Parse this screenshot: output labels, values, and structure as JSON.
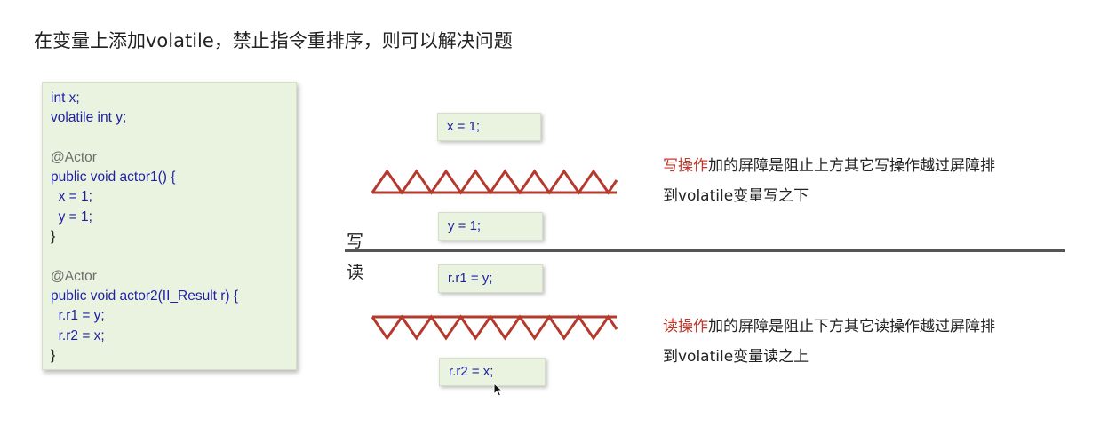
{
  "slide": {
    "title": "在变量上添加volatile，禁止指令重排序，则可以解决问题"
  },
  "code_panel": {
    "lines": [
      "int x;",
      "volatile int y;",
      "",
      "@Actor",
      "public void actor1() {",
      "  x = 1;",
      "  y = 1;",
      "}",
      "",
      "@Actor",
      "public void actor2(II_Result r) {",
      "  r.r1 = y;",
      "  r.r2 = x;",
      "}"
    ]
  },
  "boxes": {
    "x_assign": "x = 1;",
    "y_assign": "y = 1;",
    "r1_read": "r.r1 = y;",
    "r2_read": "r.r2 = x;"
  },
  "labels": {
    "write": "写",
    "read": "读"
  },
  "write_desc": {
    "highlight": "写操作",
    "line1_rest": "加的屏障是阻止上方其它写操作越过屏障排",
    "line2": "到volatile变量写之下"
  },
  "read_desc": {
    "highlight": "读操作",
    "line1_rest": "加的屏障是阻止下方其它读操作越过屏障排",
    "line2": "到volatile变量读之上"
  },
  "colors": {
    "barrier": "#b5392c",
    "highlight_text": "#c0392b",
    "code_bg": "#eaf3df",
    "keyword": "#1f1fa6"
  },
  "icons": {
    "cursor": "mouse-pointer-icon"
  }
}
